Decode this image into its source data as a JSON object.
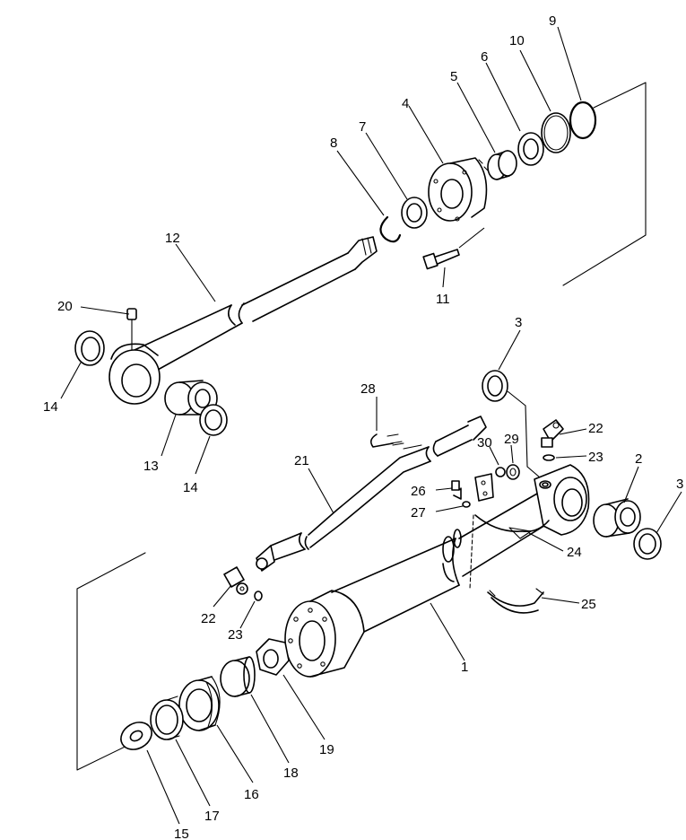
{
  "labels": {
    "p1": "1",
    "p2": "2",
    "p3a": "3",
    "p3b": "3",
    "p4": "4",
    "p5": "5",
    "p6": "6",
    "p7": "7",
    "p8": "8",
    "p9": "9",
    "p10": "10",
    "p11": "11",
    "p12": "12",
    "p13": "13",
    "p14a": "14",
    "p14b": "14",
    "p15": "15",
    "p16": "16",
    "p17": "17",
    "p18": "18",
    "p19": "19",
    "p20": "20",
    "p21": "21",
    "p22a": "22",
    "p22b": "22",
    "p23a": "23",
    "p23b": "23",
    "p24": "24",
    "p25": "25",
    "p26": "26",
    "p27": "27",
    "p28": "28",
    "p29": "29",
    "p30": "30"
  }
}
